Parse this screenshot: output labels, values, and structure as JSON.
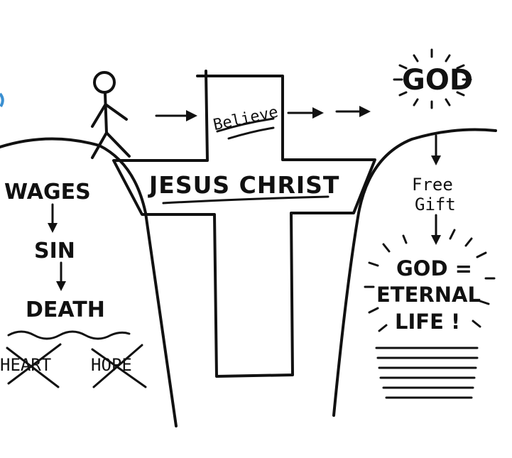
{
  "cross": {
    "top_label": "Believe",
    "beam_label": "JESUS CHRIST"
  },
  "left_cliff": {
    "steps": [
      "WAGES",
      "SIN",
      "DEATH"
    ],
    "crossed_words": [
      "HEART",
      "HOPE"
    ]
  },
  "right_cliff": {
    "top": "GOD",
    "gift_line1": "Free",
    "gift_line2": "Gift",
    "result_line1": "GOD =",
    "result_line2": "ETERNAL",
    "result_line3": "LIFE !"
  },
  "colors": {
    "ink": "#111111",
    "background": "#ffffff",
    "accent": "#3a8fd1"
  }
}
